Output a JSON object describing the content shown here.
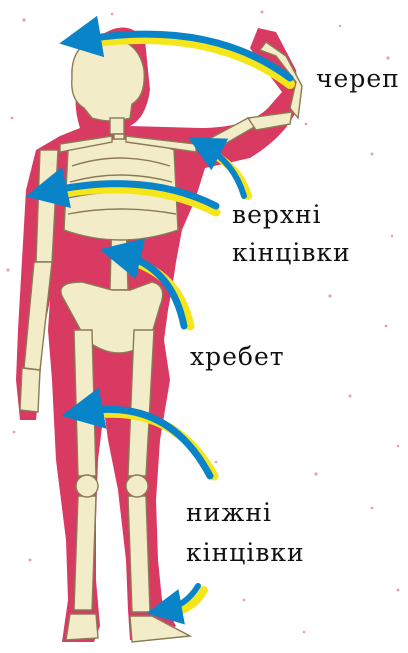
{
  "labels": {
    "skull": "череп",
    "upper_limbs_1": "верхні",
    "upper_limbs_2": "кінцівки",
    "spine": "хребет",
    "lower_limbs_1": "нижні",
    "lower_limbs_2": "кінцівки"
  },
  "colors": {
    "body": "#d83a62",
    "bone": "#f3ecc8",
    "bone_outline": "#8a7a55",
    "arrow_blue": "#0a84c8",
    "arrow_yellow": "#f4e61b",
    "speckle": "#e8a0b8"
  },
  "icons": {
    "skeleton": "skeleton-figure-icon",
    "arrow": "curved-arrow-icon"
  }
}
